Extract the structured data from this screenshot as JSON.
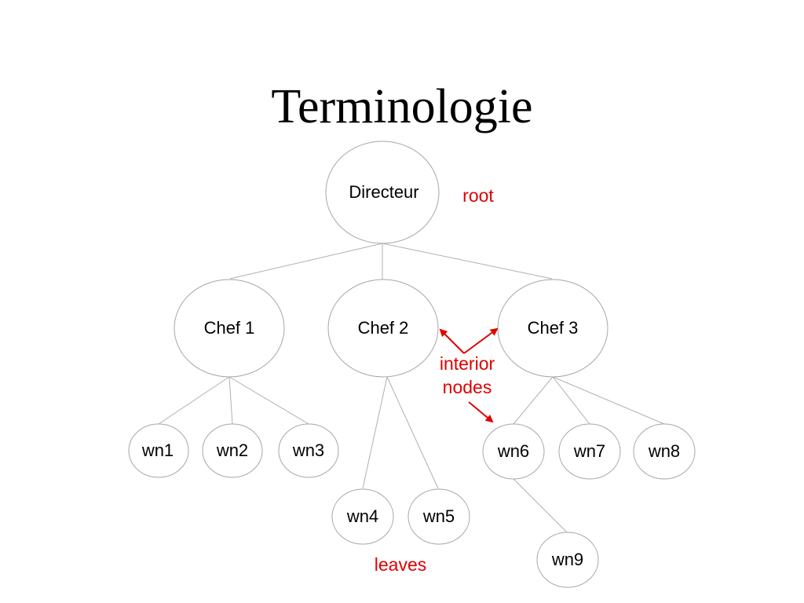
{
  "title": "Terminologie",
  "accent_color": "#e00000",
  "nodes": {
    "root": "Directeur",
    "chef1": "Chef 1",
    "chef2": "Chef 2",
    "chef3": "Chef 3",
    "wn1": "wn1",
    "wn2": "wn2",
    "wn3": "wn3",
    "wn4": "wn4",
    "wn5": "wn5",
    "wn6": "wn6",
    "wn7": "wn7",
    "wn8": "wn8",
    "wn9": "wn9"
  },
  "annotations": {
    "root": "root",
    "interior_line1": "interior",
    "interior_line2": "nodes",
    "leaves": "leaves"
  }
}
